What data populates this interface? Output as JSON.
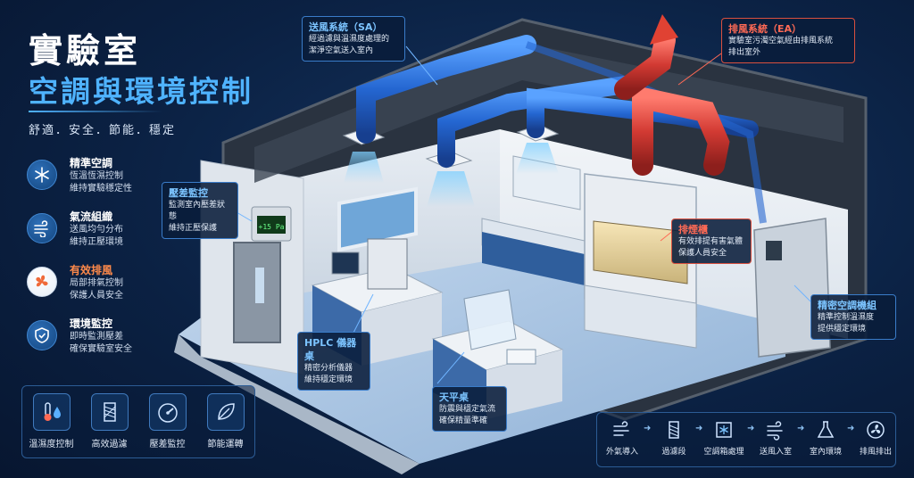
{
  "title": "實驗室",
  "subtitle": "空調與環境控制",
  "tagline": "舒適．安全．節能．穩定",
  "colors": {
    "supply": "#2f7be0",
    "exhaust": "#d6433a",
    "accent": "#4fb3ff",
    "orange": "#ff8a4a"
  },
  "features": [
    {
      "icon": "snowflake-icon",
      "title": "精準空調",
      "lines": [
        "恆溫恆濕控制",
        "維持實驗穩定性"
      ]
    },
    {
      "icon": "wind-icon",
      "title": "氣流組織",
      "lines": [
        "送風均勻分布",
        "維持正壓環境"
      ]
    },
    {
      "icon": "fan-icon",
      "title": "有效排風",
      "lines": [
        "局部排氣控制",
        "保護人員安全"
      ]
    },
    {
      "icon": "shield-icon",
      "title": "環境監控",
      "lines": [
        "即時監測壓差",
        "確保實驗室安全"
      ]
    }
  ],
  "callouts": {
    "supply": {
      "title": "送風系統（SA）",
      "lines": [
        "經過濾與溫濕度處理的",
        "潔淨空氣送入室內"
      ]
    },
    "exhaust": {
      "title": "排風系統（EA）",
      "lines": [
        "實驗室污濁空氣經由排風系統",
        "排出室外"
      ]
    },
    "pressure": {
      "title": "壓差監控",
      "lines": [
        "監測室內壓差狀態",
        "維持正壓保護"
      ]
    },
    "hood": {
      "title": "排煙櫃",
      "lines": [
        "有效排提有害氣體",
        "保護人員安全"
      ]
    },
    "hplc": {
      "title": "HPLC 儀器桌",
      "lines": [
        "精密分析儀器",
        "維持穩定環境"
      ]
    },
    "balance": {
      "title": "天平桌",
      "lines": [
        "防震與穩定氣流",
        "確保精量準確"
      ]
    },
    "crac": {
      "title": "精密空調機組",
      "lines": [
        "精準控制溫濕度",
        "提供穩定環境"
      ]
    }
  },
  "monitor_display": "+15 Pa",
  "bottom_left": [
    {
      "icon": "thermometer-drop-icon",
      "label": "溫濕度控制"
    },
    {
      "icon": "filter-icon",
      "label": "高效過濾"
    },
    {
      "icon": "gauge-icon",
      "label": "壓差監控"
    },
    {
      "icon": "leaf-icon",
      "label": "節能運轉"
    }
  ],
  "flow": [
    {
      "icon": "air-in-icon",
      "label": "外氣導入"
    },
    {
      "icon": "filter-icon",
      "label": "過濾段"
    },
    {
      "icon": "coil-icon",
      "label": "空調箱處理"
    },
    {
      "icon": "air-out-icon",
      "label": "送風入室"
    },
    {
      "icon": "flask-icon",
      "label": "室內環境"
    },
    {
      "icon": "exhaust-fan-icon",
      "label": "排風排出"
    }
  ]
}
